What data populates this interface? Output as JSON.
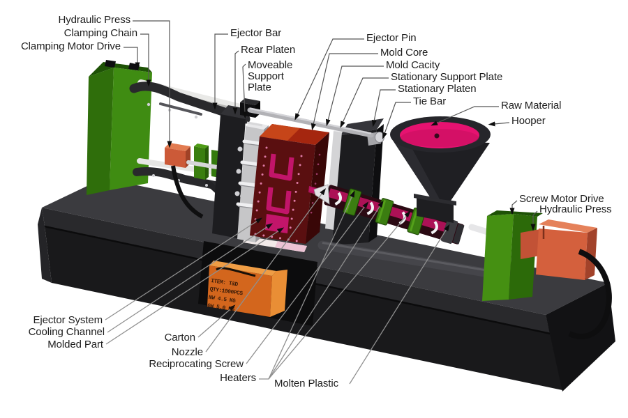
{
  "labels": [
    {
      "id": "hydraulic-press-left",
      "text": "Hydraulic Press"
    },
    {
      "id": "clamping-chain",
      "text": "Clamping Chain"
    },
    {
      "id": "clamping-motor-drive",
      "text": "Clamping Motor Drive"
    },
    {
      "id": "ejector-bar",
      "text": "Ejector Bar"
    },
    {
      "id": "rear-platen",
      "text": "Rear Platen"
    },
    {
      "id": "moveable-support-plate",
      "text": "Moveable Support Plate"
    },
    {
      "id": "ejector-pin",
      "text": "Ejector Pin"
    },
    {
      "id": "mold-core",
      "text": "Mold Core"
    },
    {
      "id": "mold-cacity",
      "text": "Mold Cacity"
    },
    {
      "id": "stationary-support-plate",
      "text": "Stationary Support Plate"
    },
    {
      "id": "stationary-platen",
      "text": "Stationary Platen"
    },
    {
      "id": "tie-bar",
      "text": "Tie Bar"
    },
    {
      "id": "raw-material",
      "text": "Raw Material"
    },
    {
      "id": "hooper",
      "text": "Hooper"
    },
    {
      "id": "screw-motor-drive",
      "text": "Screw Motor Drive"
    },
    {
      "id": "hydraulic-press-right",
      "text": "Hydraulic Press"
    },
    {
      "id": "ejector-system",
      "text": "Ejector System"
    },
    {
      "id": "cooling-channel",
      "text": "Cooling Channel"
    },
    {
      "id": "molded-part",
      "text": "Molded Part"
    },
    {
      "id": "carton",
      "text": "Carton"
    },
    {
      "id": "nozzle",
      "text": "Nozzle"
    },
    {
      "id": "reciprocating-screw",
      "text": "Reciprocating Screw"
    },
    {
      "id": "heaters",
      "text": "Heaters"
    },
    {
      "id": "molten-plastic",
      "text": "Molten Plastic"
    }
  ],
  "carton": {
    "lines": [
      "ITEM: T&D",
      "QTY:1000PCS",
      "NW  4.5 KG",
      "GW  5.0 KG"
    ]
  },
  "colors": {
    "background": "#ffffff",
    "label_text": "#1d1d1d",
    "leader_dark": "#565656",
    "leader_light": "#8f8f8f",
    "arrowhead": "#0d0d0d",
    "machine_green": "#3f8c12",
    "hydraulic_orange": "#cc5a38",
    "mold_red": "#5a0f10",
    "mold_top_red": "#c64519",
    "molten_magenta": "#e61270",
    "heater_green": "#3b7d11",
    "base_gray_top": "#3b3b3f",
    "base_dark_front": "#19191b",
    "carton_orange": "#d3661d",
    "steel_white": "#e9e9e7"
  }
}
